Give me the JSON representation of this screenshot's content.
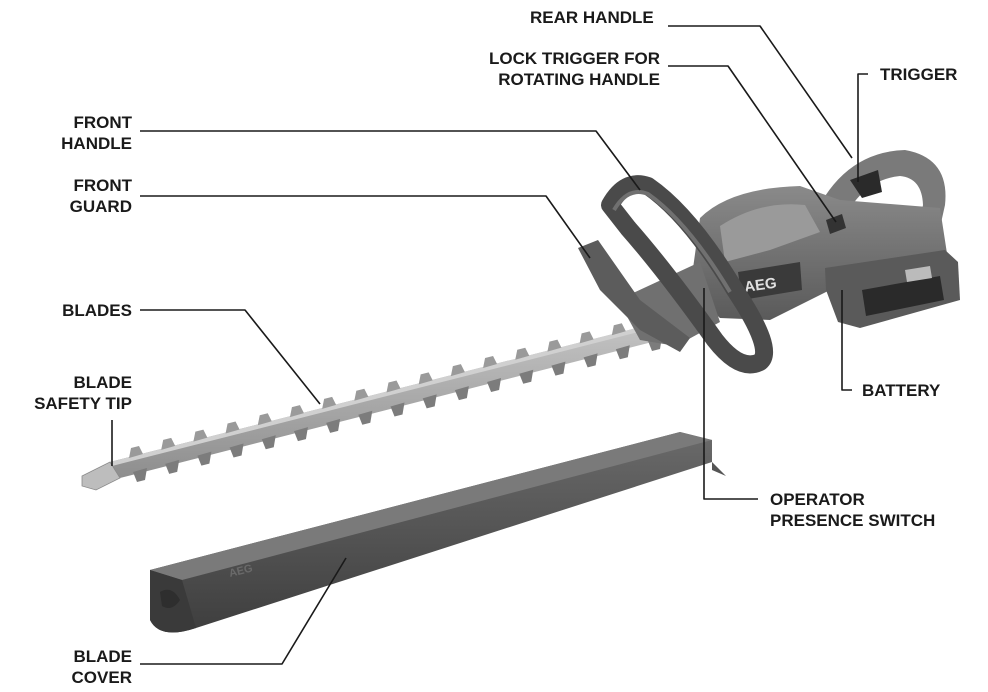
{
  "labels": {
    "rear_handle": [
      "REAR HANDLE"
    ],
    "lock_trigger": [
      "LOCK TRIGGER FOR",
      "ROTATING HANDLE"
    ],
    "trigger": [
      "TRIGGER"
    ],
    "front_handle": [
      "FRONT",
      "HANDLE"
    ],
    "front_guard": [
      "FRONT",
      "GUARD"
    ],
    "blades": [
      "BLADES"
    ],
    "blade_safety_tip": [
      "BLADE",
      "SAFETY TIP"
    ],
    "battery": [
      "BATTERY"
    ],
    "operator_presence_switch": [
      "OPERATOR",
      "PRESENCE SWITCH"
    ],
    "blade_cover": [
      "BLADE",
      "COVER"
    ]
  },
  "brand": "AEG",
  "cover_brand": "AEG",
  "colors": {
    "text": "#1a1a1a",
    "body_dark": "#4a4a4a",
    "body_mid": "#6e6e6e",
    "body_light": "#9a9a9a",
    "blade": "#a8a8a8",
    "cover": "#4f4f4f"
  }
}
